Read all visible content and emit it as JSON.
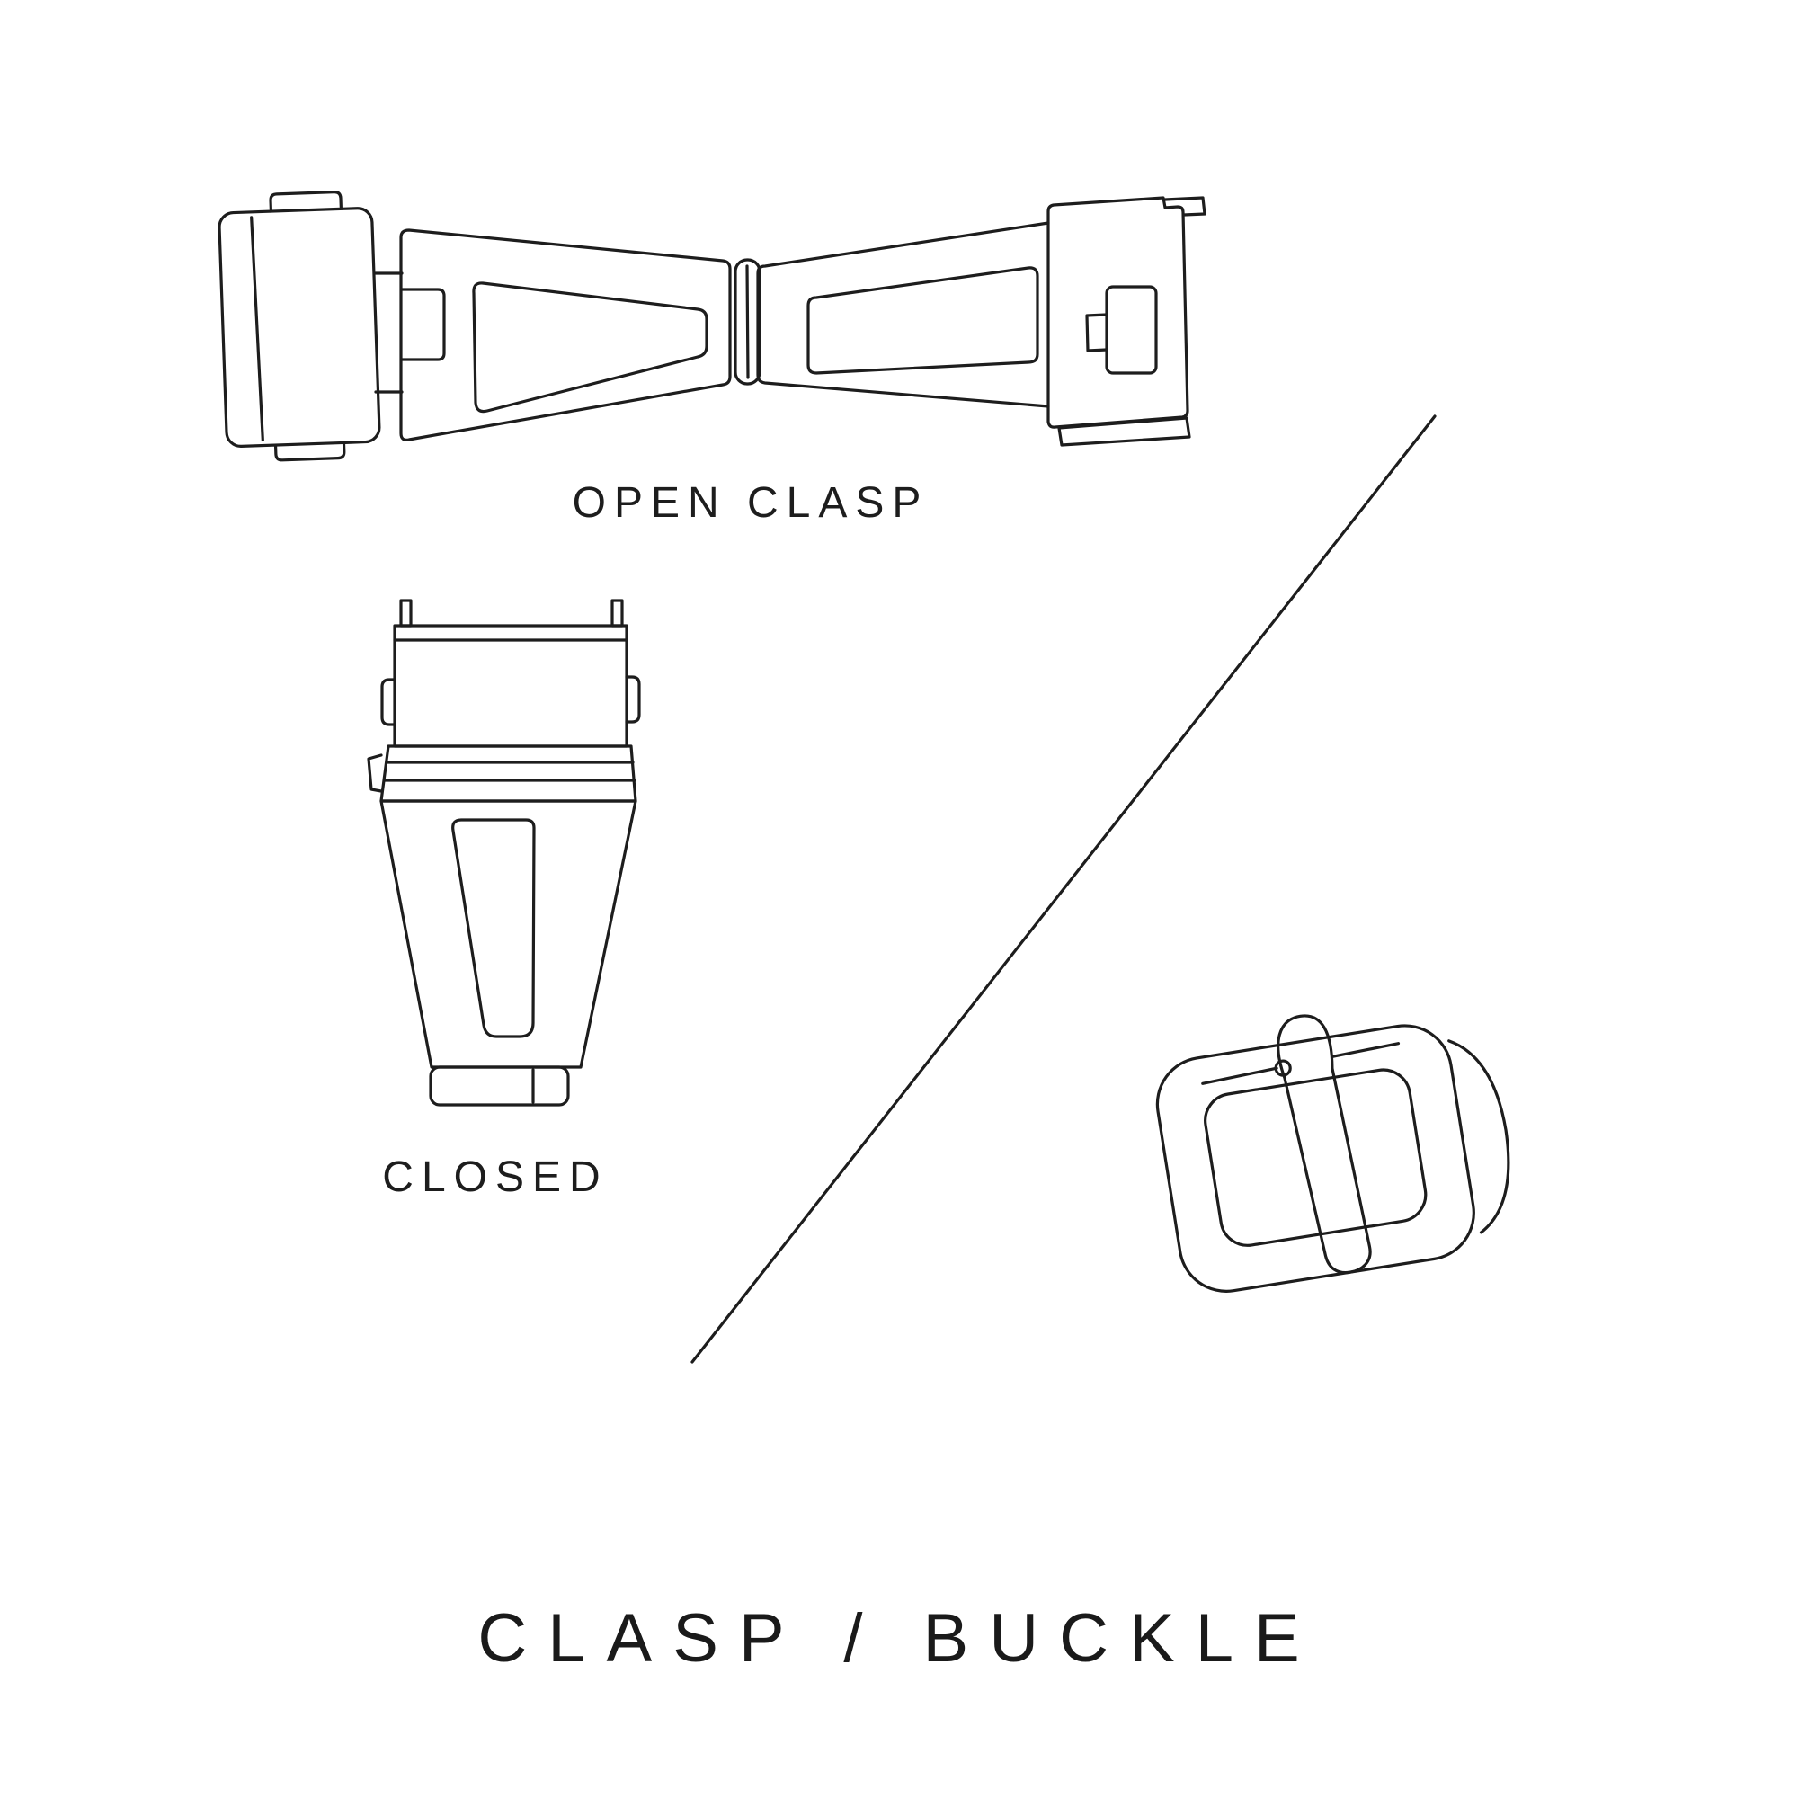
{
  "page": {
    "background_color": "#ffffff",
    "ink_color": "#1d1d1d",
    "title": "CLASP / BUCKLE"
  },
  "labels": {
    "open_clasp": "OPEN CLASP",
    "closed": "CLOSED"
  },
  "illustrations": {
    "open_clasp": "open-deployant-clasp-line-drawing",
    "closed_clasp": "closed-clasp-line-drawing",
    "buckle": "tang-buckle-line-drawing",
    "divider": "diagonal-divider-line"
  }
}
